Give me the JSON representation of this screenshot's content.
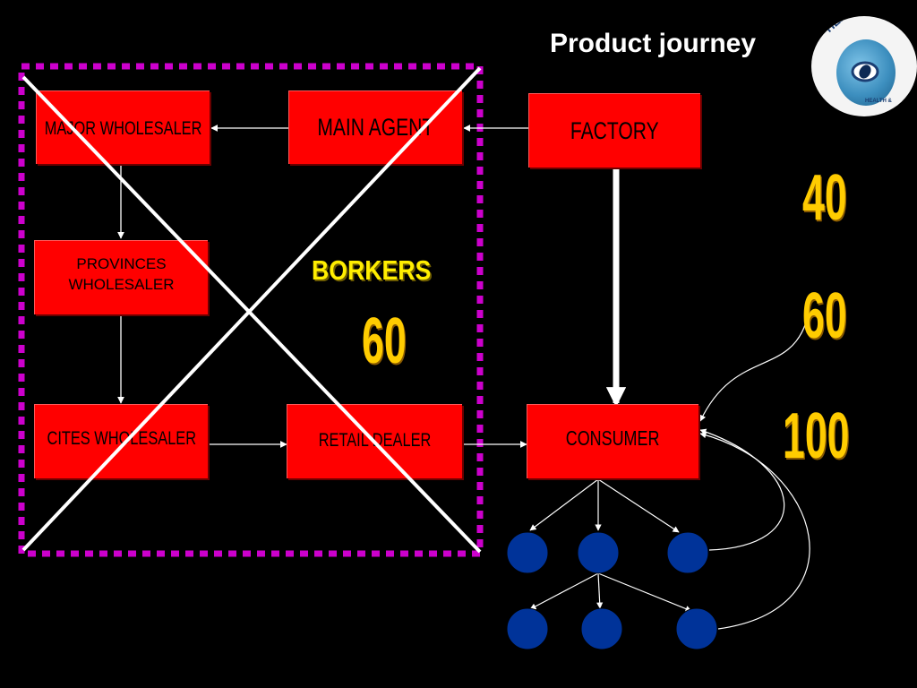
{
  "title": "Product journey",
  "logo": {
    "text": "HEALTH & WE",
    "small": "HEALTH &"
  },
  "boxes": {
    "major_wholesaler": "MAJOR WHOLESALER",
    "main_agent": "MAIN AGENT",
    "factory": "FACTORY",
    "provinces_wholesaler_line1": "PROVINCES",
    "provinces_wholesaler_line2": "WHOLESALER",
    "cites_wholesaler": "CITES WHOLESALER",
    "retail_dealer": "RETAIL DEALER",
    "consumer": "CONSUMER"
  },
  "borkers_label": "BORKERS",
  "borkers_value": "60",
  "numbers": {
    "n40": "40",
    "n60": "60",
    "n100": "100"
  },
  "colors": {
    "box": "#ff0000",
    "dashed_frame": "#cc00cc",
    "consumer_node": "#003399",
    "number": "#ffcc00"
  }
}
